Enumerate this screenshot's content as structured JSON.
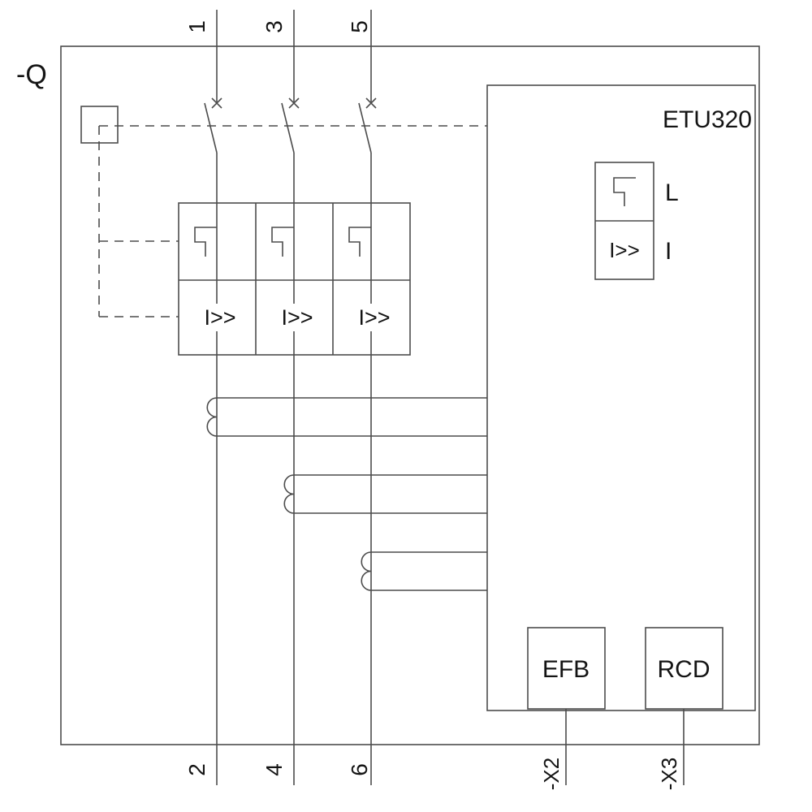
{
  "device": {
    "label": "-Q"
  },
  "poles": {
    "top_labels": [
      "1",
      "3",
      "5"
    ],
    "bottom_labels": [
      "2",
      "4",
      "6"
    ]
  },
  "trip_unit": {
    "instantaneous_symbol": "I>>"
  },
  "etu": {
    "title": "ETU320",
    "long_time_label": "L",
    "instantaneous_label": "I",
    "instantaneous_symbol": "I>>",
    "efb_label": "EFB",
    "rcd_label": "RCD"
  },
  "terminals": {
    "x2": "-X2",
    "x3": "-X3"
  },
  "colors": {
    "line": "#4c4c4c",
    "text": "#141414",
    "background": "#ffffff"
  }
}
